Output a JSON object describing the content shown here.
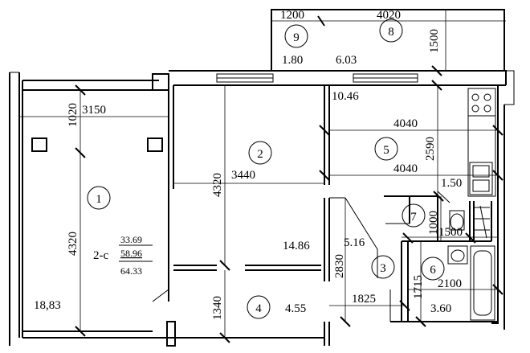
{
  "plan": {
    "apartment_type": "2-с",
    "areas_total": [
      "33.69",
      "58.96",
      "64.33"
    ],
    "rooms": [
      {
        "number": "1",
        "area": "18,83"
      },
      {
        "number": "2",
        "area": "14.86"
      },
      {
        "number": "3",
        "area": "5.16"
      },
      {
        "number": "4",
        "area": "4.55"
      },
      {
        "number": "5",
        "area": "10.46"
      },
      {
        "number": "6",
        "area": "3.60"
      },
      {
        "number": "7",
        "area": "1.50"
      },
      {
        "number": "8",
        "area": "6.03"
      },
      {
        "number": "9",
        "area": "1.80"
      }
    ],
    "dimensions": [
      "1200",
      "4020",
      "1500",
      "1020",
      "3150",
      "4040",
      "2590",
      "4320",
      "3440",
      "4040",
      "1000",
      "1500",
      "2830",
      "1715",
      "2100",
      "4320",
      "1340",
      "1825"
    ]
  }
}
